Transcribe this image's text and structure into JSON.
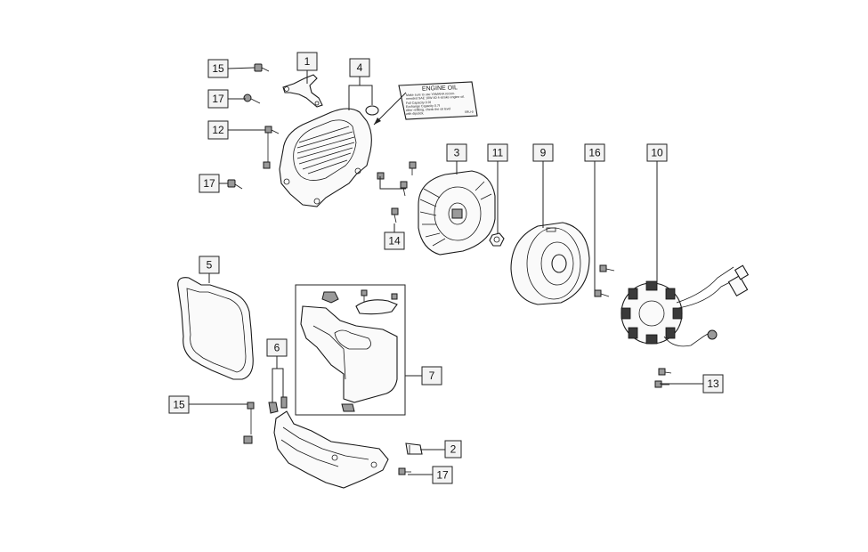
{
  "diagram": {
    "callouts": [
      "1",
      "2",
      "3",
      "4",
      "5",
      "6",
      "7",
      "9",
      "10",
      "11",
      "12",
      "13",
      "14",
      "15",
      "15",
      "16",
      "17",
      "17",
      "17"
    ],
    "oil_label": {
      "heading": "ENGINE OIL",
      "lines": [
        "Make sure to use YAMAHA recom-",
        "mended SAE 10W-40 4-stroke engine oil.",
        "Full Capacity        0.9ℓ",
        "Exchange Capacity   0.7ℓ",
        "After refilling, check the oil level",
        "with dipstick."
      ],
      "code": "5RU-0"
    }
  }
}
